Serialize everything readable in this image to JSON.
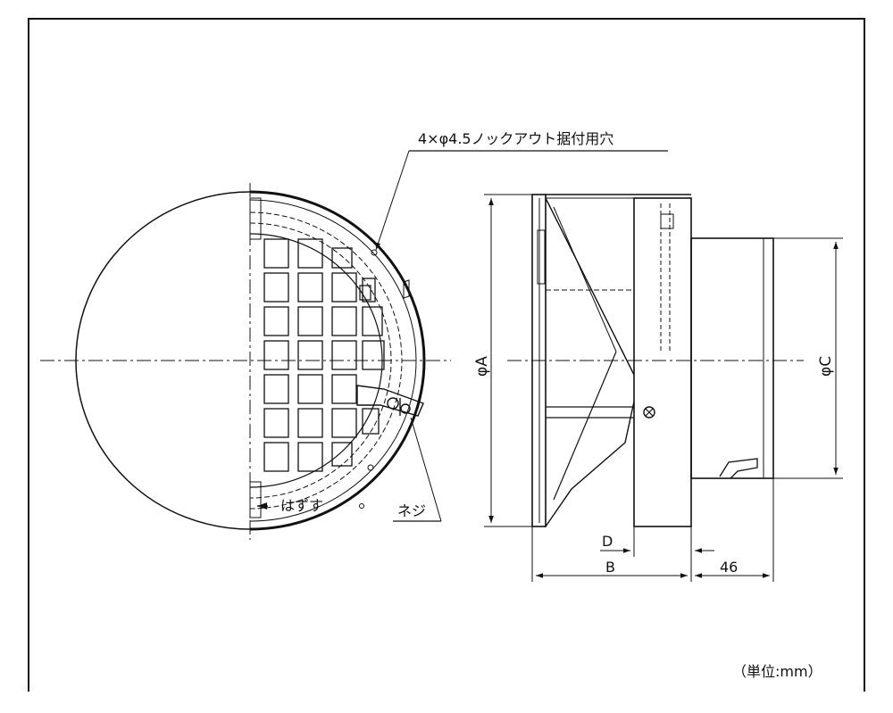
{
  "labels": {
    "knockout_holes": "4×φ4.5ノックアウト据付用穴",
    "remove": "はずす",
    "screw": "ネジ",
    "dim_phi_a": "φA",
    "dim_phi_c": "φC",
    "dim_b": "B",
    "dim_d": "D",
    "dim_46": "46",
    "unit": "（単位:mm）"
  }
}
